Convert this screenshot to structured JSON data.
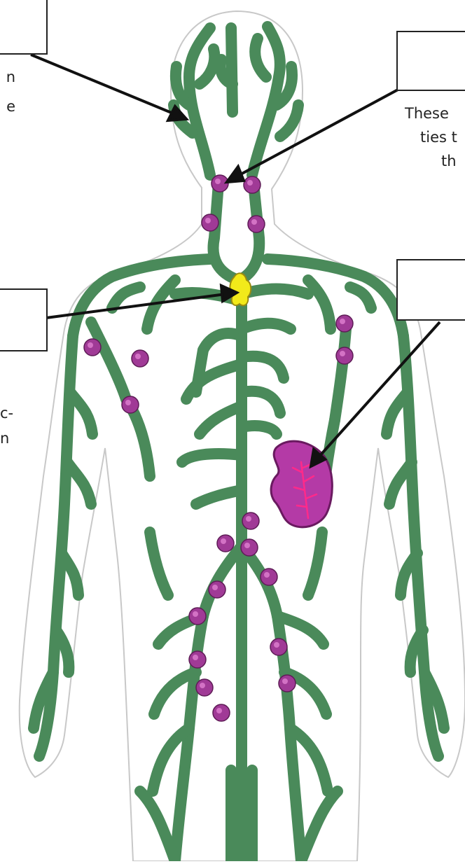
{
  "diagram": {
    "colors": {
      "vessel": "#4a8a5a",
      "node_fill": "#a03a96",
      "node_highlight": "#e88ad8",
      "spleen": "#b43aa6",
      "spleen_vein": "#ff2a8a",
      "thymus": "#f2ea1a",
      "outline": "#c8c8c8",
      "arrow": "#111111"
    },
    "label_boxes": [
      {
        "id": "box-top-left",
        "answer": ""
      },
      {
        "id": "box-top-right",
        "answer": ""
      },
      {
        "id": "box-middle-left",
        "answer": ""
      },
      {
        "id": "box-middle-right",
        "answer": ""
      }
    ],
    "text_fragments": {
      "top_left": [
        "n",
        "e"
      ],
      "top_right": [
        "These",
        "ties t",
        "th"
      ],
      "middle_left": [
        "c-",
        "n"
      ]
    }
  }
}
